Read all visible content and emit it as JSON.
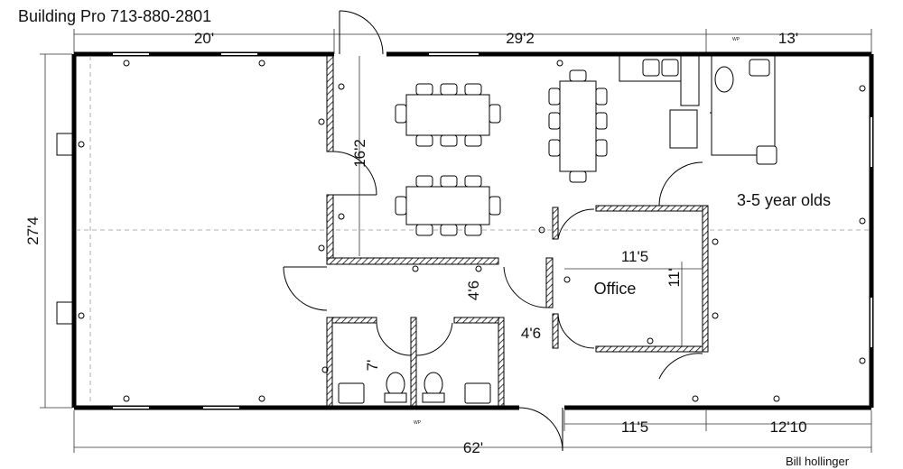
{
  "header": {
    "company": "Building Pro 713-880-2801"
  },
  "footer": {
    "author": "Bill hollinger"
  },
  "dimensions": {
    "top_left": "20'",
    "top_middle": "29'2",
    "top_right": "13'",
    "left_side": "27'4",
    "hall_width": "16'2",
    "corridor": "4'6",
    "corridor_right": "4'6",
    "office_width": "11'5",
    "office_depth": "11'",
    "restroom_depth": "7'",
    "bottom_middle": "11'5",
    "bottom_right": "12'10",
    "overall_length": "62'"
  },
  "rooms": {
    "office": "Office",
    "classroom": "3-5 year olds"
  },
  "tiny_marks": {
    "wp_top": "WP",
    "wp_bottom": "WP"
  }
}
